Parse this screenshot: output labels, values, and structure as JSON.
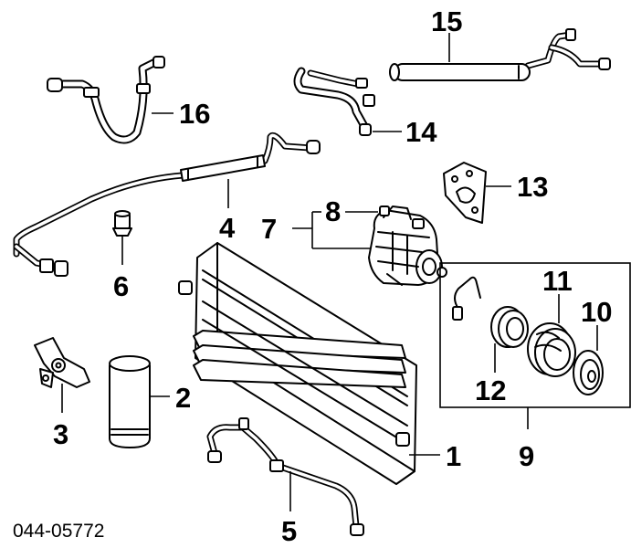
{
  "diagram": {
    "code": "044-05772",
    "callouts": [
      {
        "id": "1",
        "label": "1"
      },
      {
        "id": "2",
        "label": "2"
      },
      {
        "id": "3",
        "label": "3"
      },
      {
        "id": "4",
        "label": "4"
      },
      {
        "id": "5",
        "label": "5"
      },
      {
        "id": "6",
        "label": "6"
      },
      {
        "id": "7",
        "label": "7"
      },
      {
        "id": "8",
        "label": "8"
      },
      {
        "id": "9",
        "label": "9"
      },
      {
        "id": "10",
        "label": "10"
      },
      {
        "id": "11",
        "label": "11"
      },
      {
        "id": "12",
        "label": "12"
      },
      {
        "id": "13",
        "label": "13"
      },
      {
        "id": "14",
        "label": "14"
      },
      {
        "id": "15",
        "label": "15"
      },
      {
        "id": "16",
        "label": "16"
      }
    ]
  }
}
